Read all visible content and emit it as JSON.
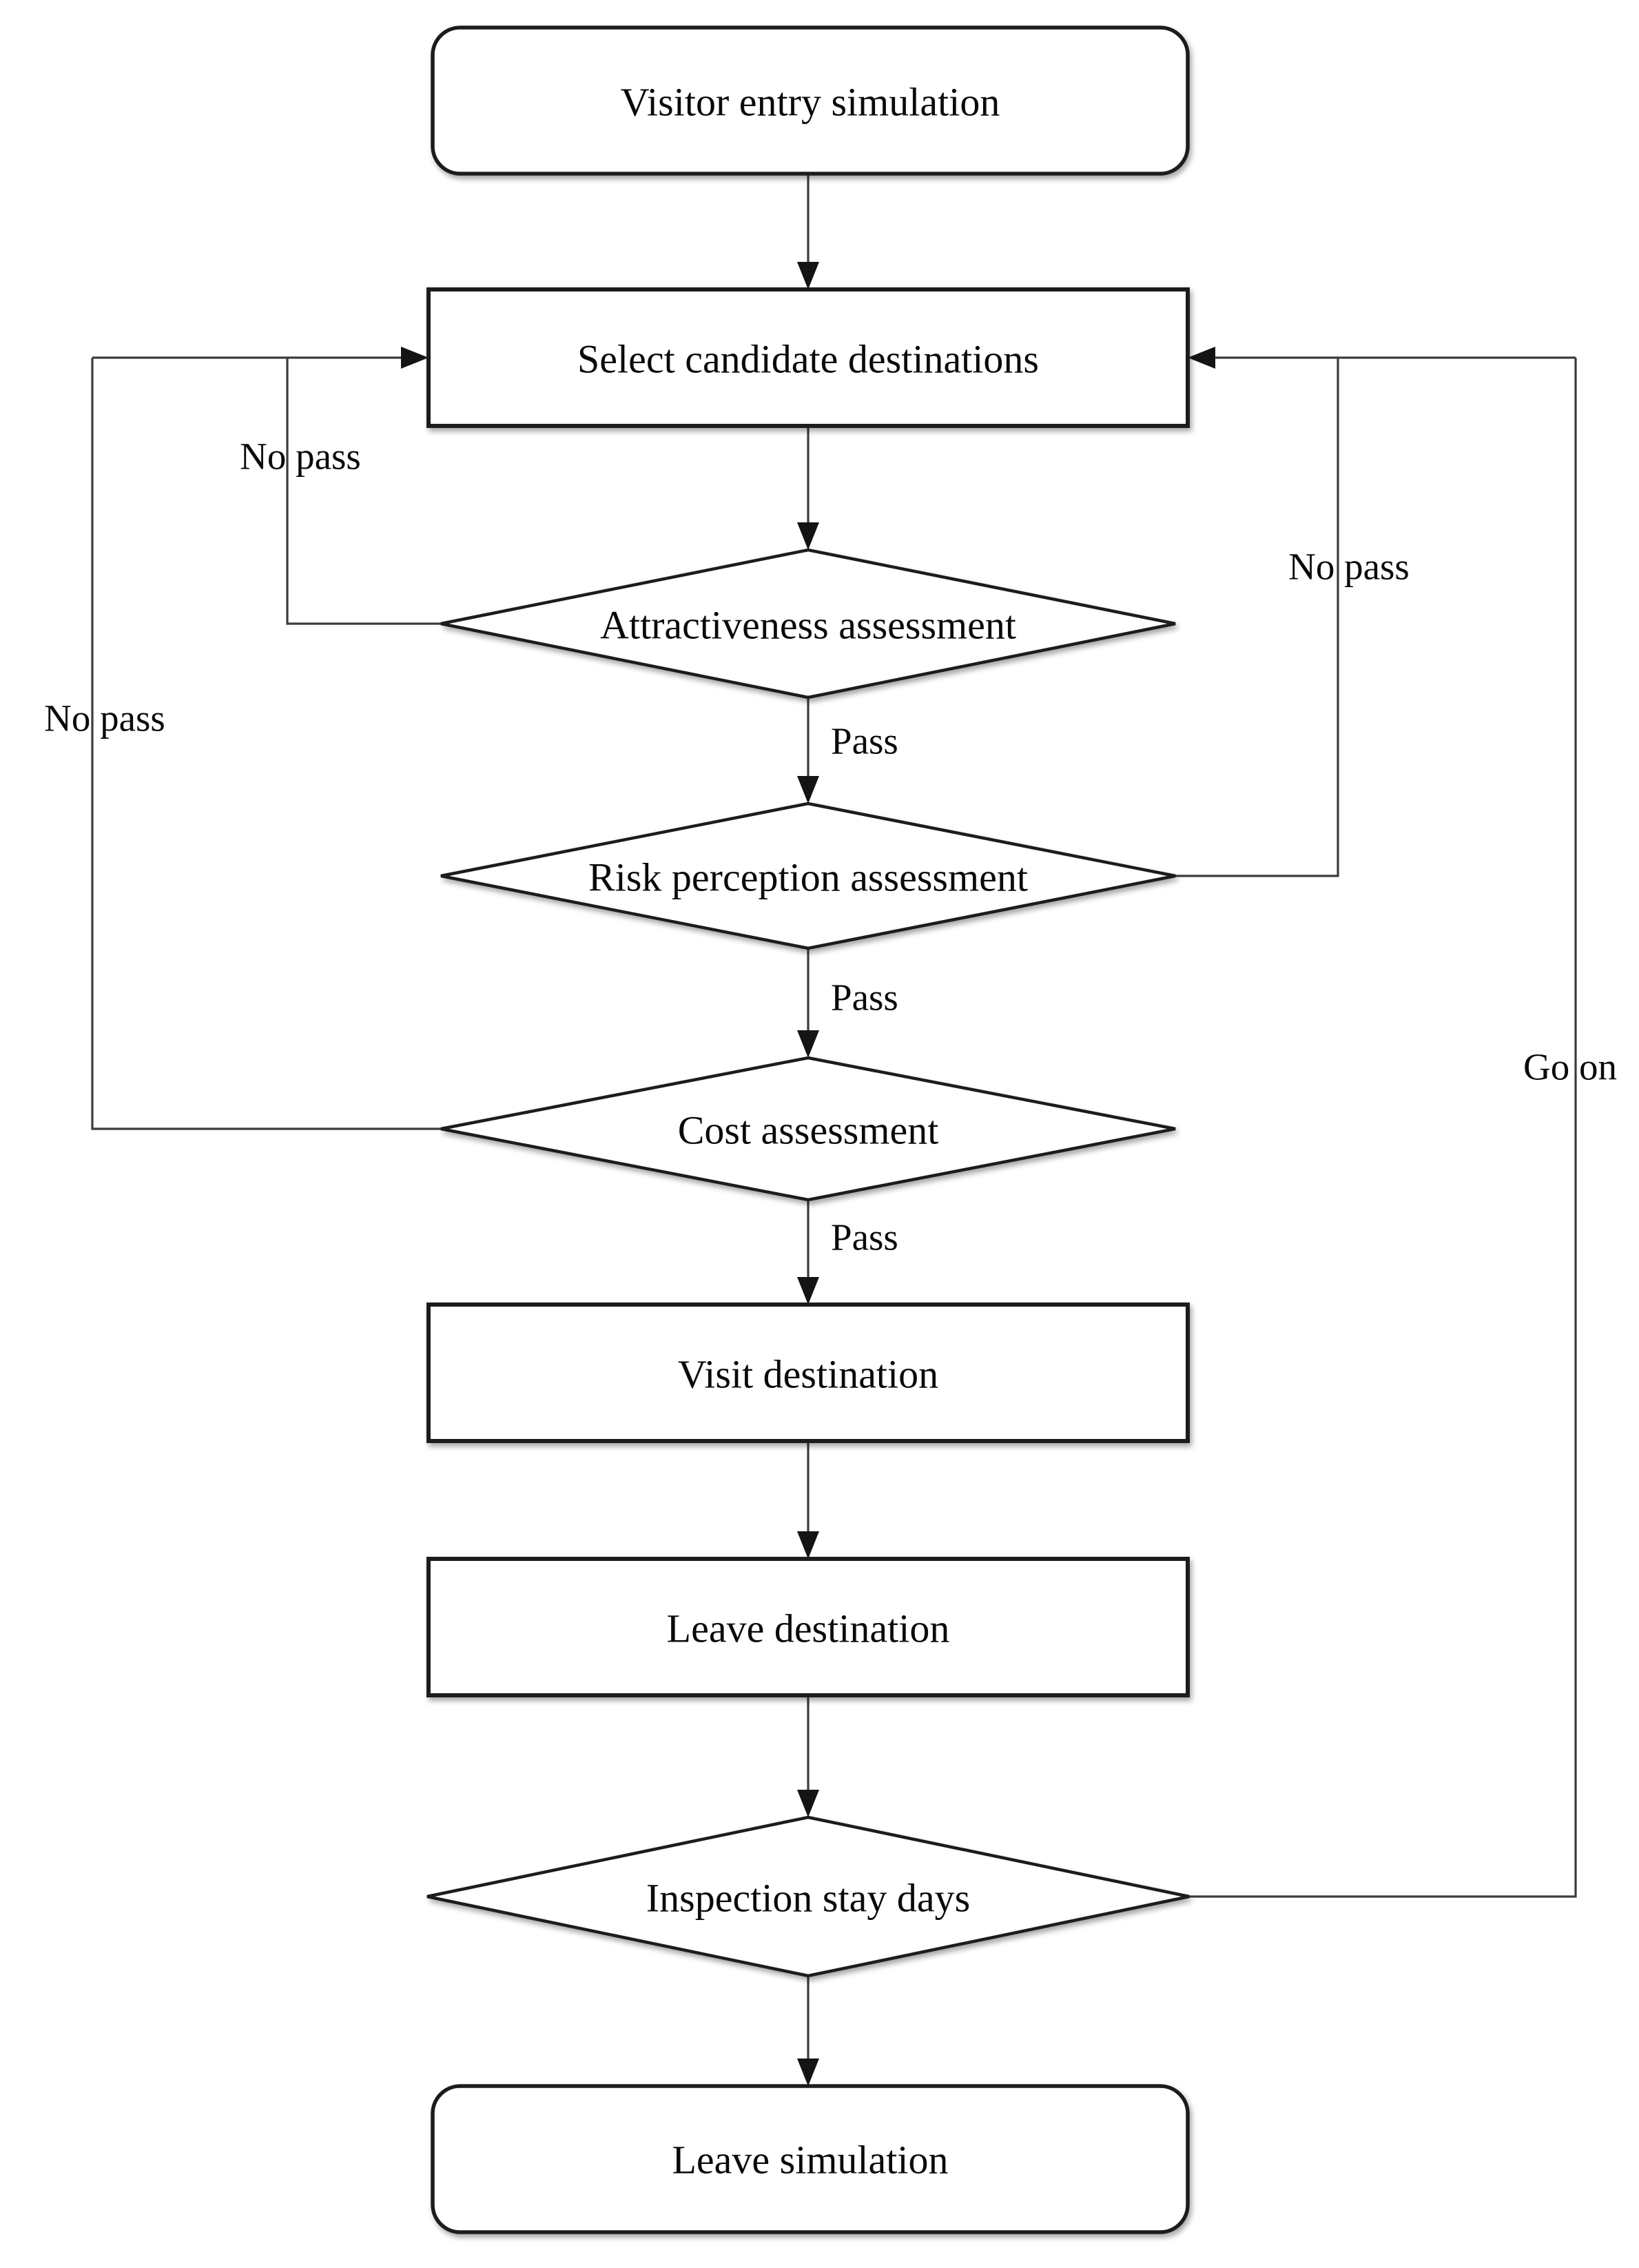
{
  "figure": {
    "background": "#ffffff",
    "line_color": "#3c3c3c",
    "border_color": "#1a1a1a",
    "text_color": "#0a0a0a"
  },
  "flowchart": {
    "nodes": {
      "start": {
        "label": "Visitor entry simulation",
        "shape": "terminator"
      },
      "select": {
        "label": "Select candidate destinations",
        "shape": "process"
      },
      "attractiveness": {
        "label": "Attractiveness assessment",
        "shape": "decision"
      },
      "risk": {
        "label": "Risk perception assessment",
        "shape": "decision"
      },
      "cost": {
        "label": "Cost assessment",
        "shape": "decision"
      },
      "visit": {
        "label": "Visit destination",
        "shape": "process"
      },
      "leave_destination": {
        "label": "Leave destination",
        "shape": "process"
      },
      "inspection": {
        "label": "Inspection stay days",
        "shape": "decision"
      },
      "end": {
        "label": "Leave simulation",
        "shape": "terminator"
      }
    },
    "edge_labels": {
      "attractiveness_pass": "Pass",
      "risk_pass": "Pass",
      "cost_pass": "Pass",
      "attractiveness_no_pass": "No pass",
      "cost_no_pass": "No pass",
      "risk_no_pass": "No pass",
      "inspection_go_on": "Go on"
    }
  }
}
